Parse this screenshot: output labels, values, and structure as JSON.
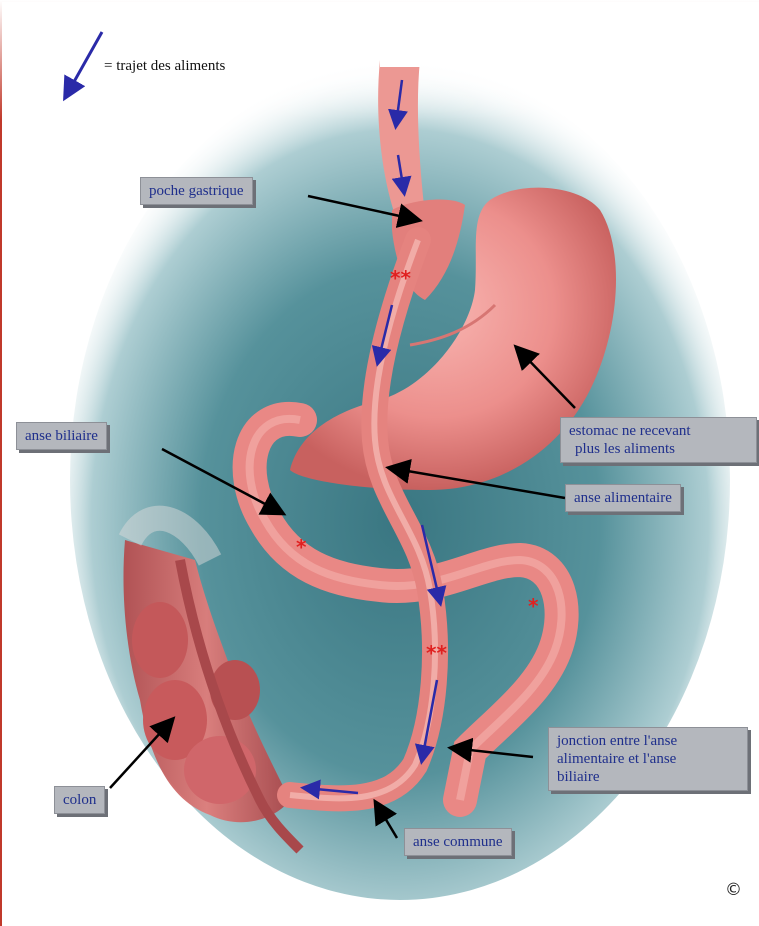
{
  "legend": {
    "text": "= trajet des aliments",
    "arrow_color": "#2a2aa8"
  },
  "labels": {
    "poche_gastrique": "poche gastrique",
    "anse_biliaire": "anse  biliaire",
    "estomac_line1": "estomac ne recevant",
    "estomac_line2": "plus les aliments",
    "anse_alimentaire": "anse alimentaire",
    "colon": "colon",
    "jonction_line1": "jonction entre l'anse",
    "jonction_line2": "alimentaire et l'anse",
    "jonction_line3": "biliaire",
    "anse_commune": "anse commune"
  },
  "markers": {
    "single": "*",
    "double": "**"
  },
  "copyright": "©",
  "colors": {
    "label_bg": "#b4b7bd",
    "label_text": "#1f2f8c",
    "tissue": "#e88a8a",
    "tissue_dark": "#c45c5e",
    "background_teal": "#3d7b86",
    "marker_red": "#e02020",
    "pointer": "#000000"
  }
}
